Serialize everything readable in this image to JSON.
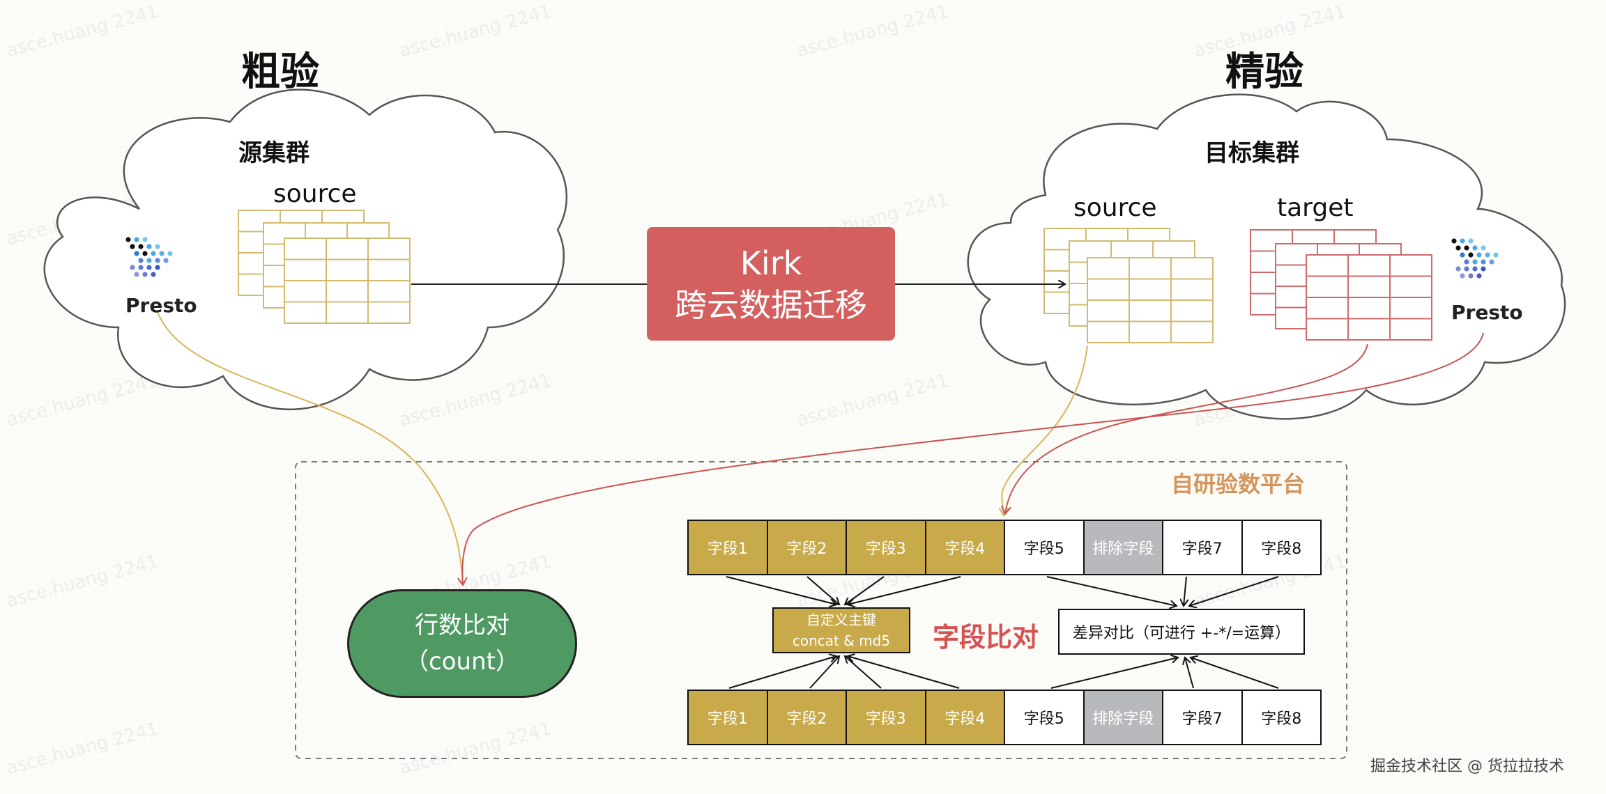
{
  "titles": {
    "rough_check": "粗验",
    "fine_check": "精验"
  },
  "source_cluster": {
    "title": "源集群",
    "table_label": "source",
    "engine_label": "Presto"
  },
  "target_cluster": {
    "title": "目标集群",
    "source_table_label": "source",
    "target_table_label": "target",
    "engine_label": "Presto"
  },
  "migration": {
    "line1": "Kirk",
    "line2": "跨云数据迁移"
  },
  "platform": {
    "title": "自研验数平台",
    "row_count": {
      "line1": "行数比对",
      "line2": "（count）"
    },
    "field_compare_label": "字段比对",
    "primary_key": {
      "line1": "自定义主键",
      "line2": "concat & md5"
    },
    "diff_compare": "差异对比（可进行 +-*/=运算）",
    "top_fields": [
      {
        "label": "字段1",
        "kind": "key"
      },
      {
        "label": "字段2",
        "kind": "key"
      },
      {
        "label": "字段3",
        "kind": "key"
      },
      {
        "label": "字段4",
        "kind": "key"
      },
      {
        "label": "字段5",
        "kind": "value"
      },
      {
        "label": "排除字段",
        "kind": "excluded"
      },
      {
        "label": "字段7",
        "kind": "value"
      },
      {
        "label": "字段8",
        "kind": "value"
      }
    ],
    "bottom_fields": [
      {
        "label": "字段1",
        "kind": "key"
      },
      {
        "label": "字段2",
        "kind": "key"
      },
      {
        "label": "字段3",
        "kind": "key"
      },
      {
        "label": "字段4",
        "kind": "key"
      },
      {
        "label": "字段5",
        "kind": "value"
      },
      {
        "label": "排除字段",
        "kind": "excluded"
      },
      {
        "label": "字段7",
        "kind": "value"
      },
      {
        "label": "字段8",
        "kind": "value"
      }
    ]
  },
  "watermark_text": "asce.huang 2241",
  "footer": "掘金技术社区 @ 货拉拉技术",
  "colors": {
    "gold_table": "#d2bb6e",
    "red_table": "#d06a6a",
    "kirk": "#d35f5f",
    "field_key": "#c8aa4a",
    "field_excluded": "#b7b9bd",
    "count_pill": "#4f9a63",
    "platform_title": "#d4955a",
    "field_compare": "#d65252",
    "gold_arrow": "#d8b55a",
    "red_arrow": "#c95454"
  }
}
